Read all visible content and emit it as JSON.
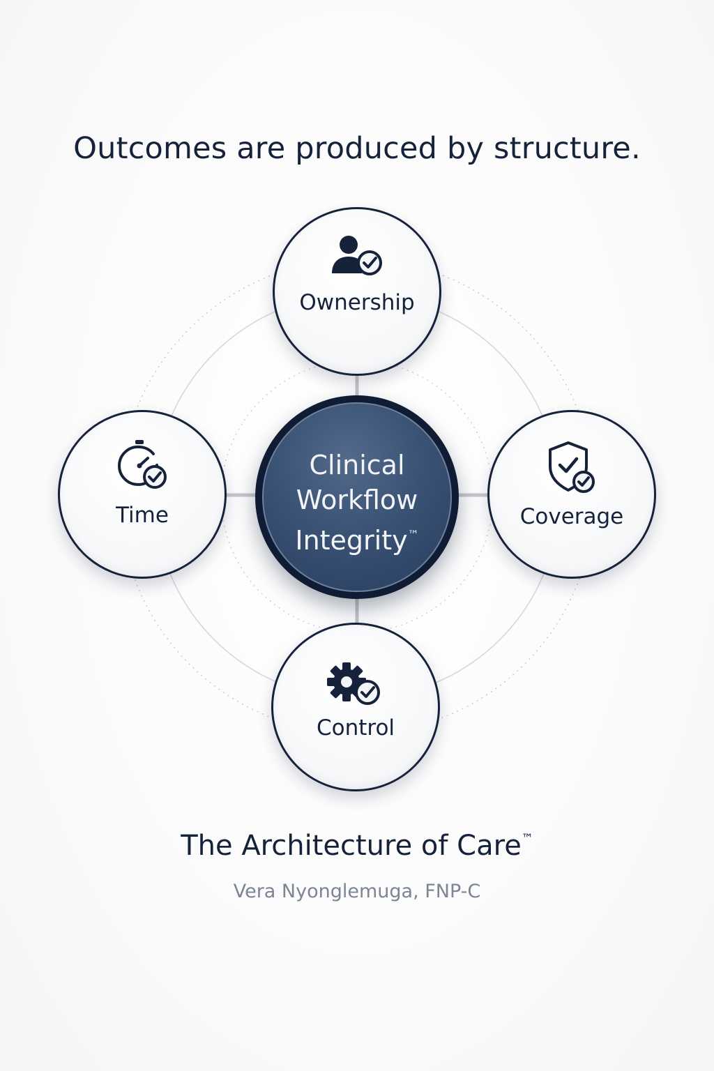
{
  "headline": "Outcomes are produced by structure.",
  "center": {
    "lines": [
      "Clinical",
      "Workflow",
      "Integrity"
    ],
    "trademark": "™"
  },
  "nodes": {
    "top": {
      "label": "Ownership",
      "icon": "user-check-icon"
    },
    "left": {
      "label": "Time",
      "icon": "stopwatch-check-icon"
    },
    "right": {
      "label": "Coverage",
      "icon": "shield-check-icon"
    },
    "bottom": {
      "label": "Control",
      "icon": "gear-check-icon"
    }
  },
  "footer": {
    "title": "The Architecture of Care",
    "trademark": "™",
    "author": "Vera Nyonglemuga, FNP-C"
  },
  "colors": {
    "navy": "#15223a",
    "center_fill": "#3a5274",
    "muted_text": "#7c8594"
  }
}
